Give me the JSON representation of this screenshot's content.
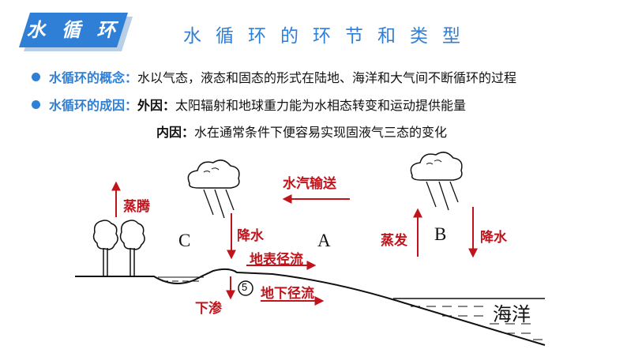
{
  "header": {
    "badge_label": "水 循 环",
    "title": "水循环的环节和类型"
  },
  "concept": {
    "label": "水循环的概念：",
    "text": "水以气态，液态和固态的形式在陆地、海洋和大气间不断循环的过程"
  },
  "cause": {
    "label": "水循环的成因：",
    "external_label": "外因：",
    "external_text": "太阳辐射和地球重力能为水相态转变和运动提供能量",
    "internal_label": "内因：",
    "internal_text": "水在通常条件下便容易实现固液气三态的变化"
  },
  "diagram": {
    "labels": {
      "evaporation_land": "蒸腾",
      "vapor_transport": "水汽输送",
      "precip_land": "降水",
      "surface_runoff": "地表径流",
      "infiltration": "下渗",
      "subsurface_runoff": "地下径流",
      "evaporation_sea": "蒸发",
      "precip_sea": "降水",
      "ocean": "海洋"
    },
    "letters": {
      "a": "A",
      "b": "B",
      "c": "C"
    },
    "circled_number": "5"
  },
  "colors": {
    "accent": "#2f7fd6",
    "arrow": "#c0141c"
  }
}
